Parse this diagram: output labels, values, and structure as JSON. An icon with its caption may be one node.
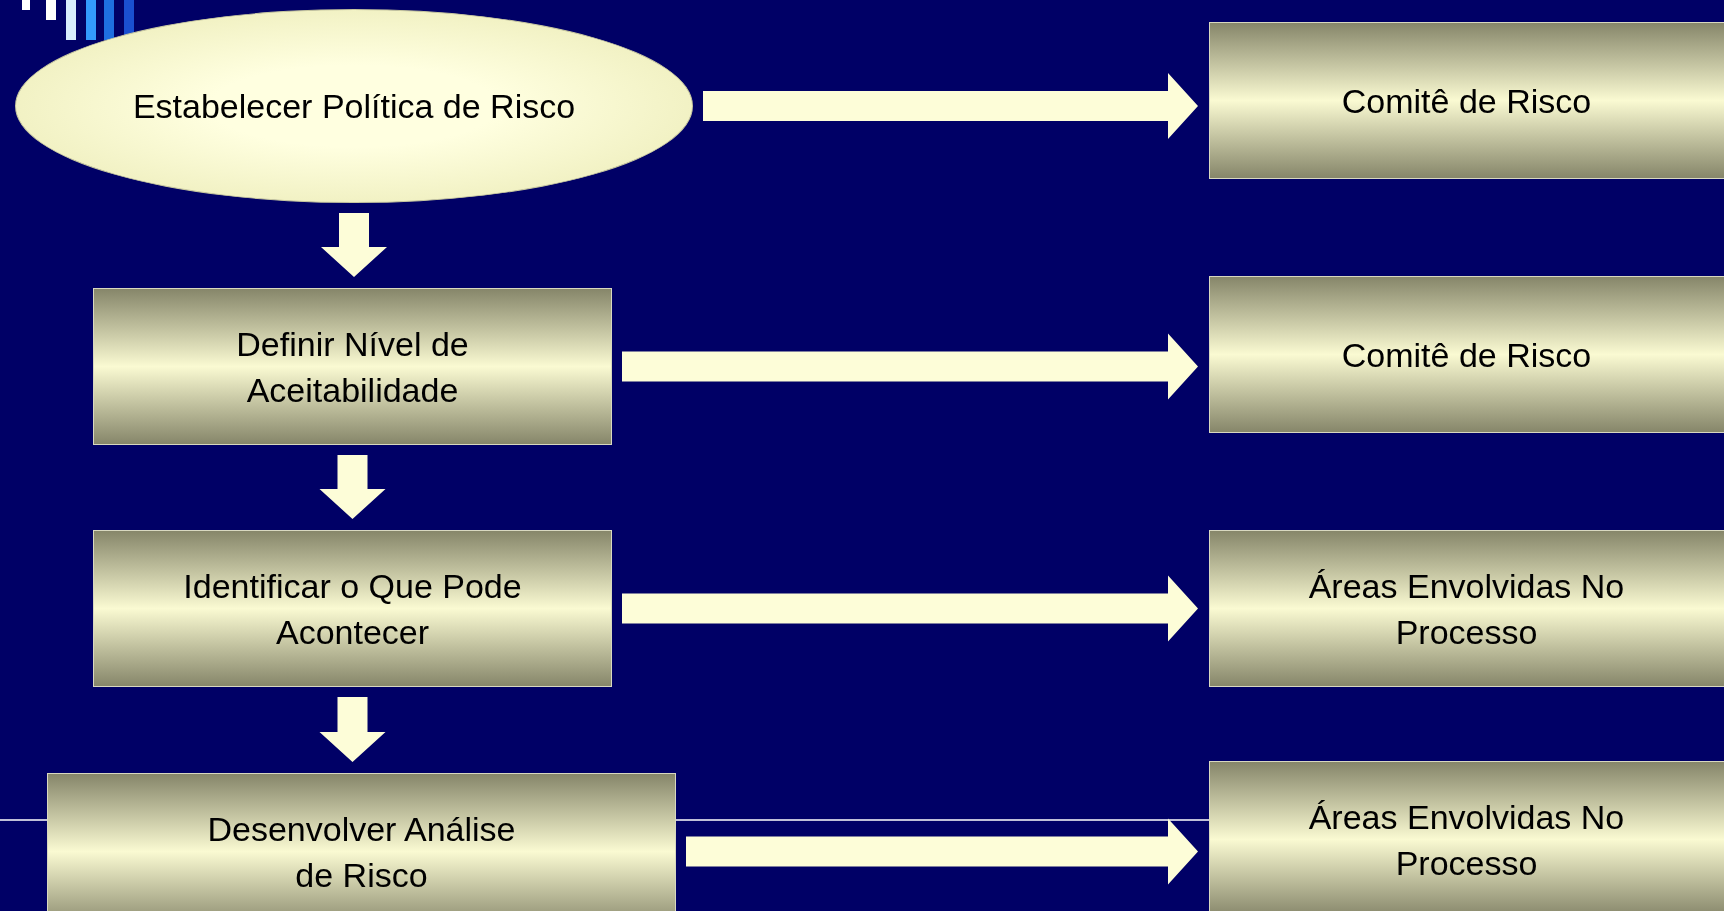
{
  "diagram": {
    "nodes": [
      {
        "text": [
          "Estabelecer Política de Risco"
        ]
      },
      {
        "text": [
          "Comitê de Risco"
        ]
      },
      {
        "text": [
          "Definir Nível de Aceitabilidade"
        ]
      },
      {
        "text": [
          "Comitê de Risco"
        ]
      },
      {
        "text": [
          "Identificar o Que Pode Acontecer"
        ]
      },
      {
        "text": [
          "Áreas Envolvidas No Processo"
        ]
      },
      {
        "text": [
          "Desenvolver Análise de Risco"
        ]
      },
      {
        "text": [
          "Áreas Envolvidas No Processo"
        ]
      }
    ],
    "edges": [
      {
        "from": 0,
        "to": 2,
        "arrow": "to",
        "style": "thick"
      },
      {
        "from": 2,
        "to": 4,
        "arrow": "to",
        "style": "thick"
      },
      {
        "from": 4,
        "to": 6,
        "arrow": "to",
        "style": "thick"
      },
      {
        "from": 0,
        "to": 1,
        "arrow": "to",
        "style": "thick"
      },
      {
        "from": 2,
        "to": 3,
        "arrow": "to",
        "style": "thick"
      },
      {
        "from": 4,
        "to": 5,
        "arrow": "to",
        "style": "thick"
      },
      {
        "from": 6,
        "to": 7,
        "arrow": "to",
        "style": "thick"
      }
    ]
  }
}
